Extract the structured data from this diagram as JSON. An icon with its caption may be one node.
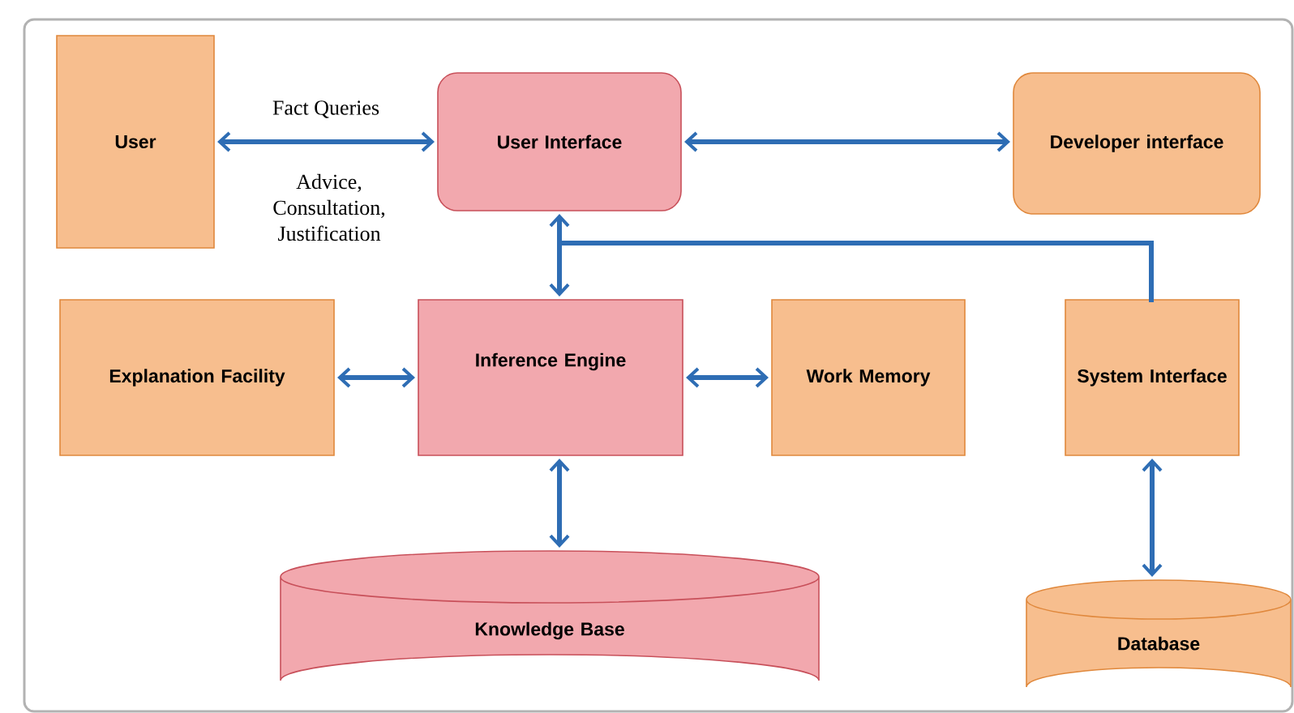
{
  "diagram": {
    "nodes": [
      {
        "text": [
          "User"
        ]
      },
      {
        "text": [
          "User Interface"
        ]
      },
      {
        "text": [
          "Developer interface"
        ]
      },
      {
        "text": [
          "Explanation Facility"
        ]
      },
      {
        "text": [
          "Inference Engine"
        ]
      },
      {
        "text": [
          "Work Memory"
        ]
      },
      {
        "text": [
          "System Interface"
        ]
      },
      {
        "text": [
          "Knowledge Base"
        ]
      },
      {
        "text": [
          "Database"
        ]
      }
    ],
    "edges": [
      {
        "from": 0,
        "to": 1,
        "arrow": "both",
        "label": "Fact Queries"
      },
      {
        "from": 1,
        "to": 2,
        "arrow": "both"
      },
      {
        "from": 1,
        "to": 4,
        "arrow": "both"
      },
      {
        "from": 6,
        "to": 1,
        "arrow": "to"
      },
      {
        "from": 6,
        "to": 4,
        "arrow": "to"
      },
      {
        "from": 3,
        "to": 4,
        "arrow": "both"
      },
      {
        "from": 4,
        "to": 5,
        "arrow": "both"
      },
      {
        "from": 4,
        "to": 7,
        "arrow": "both"
      },
      {
        "from": 6,
        "to": 8,
        "arrow": "both"
      }
    ],
    "labels": [
      "Advice, Consultation, Justification"
    ]
  }
}
